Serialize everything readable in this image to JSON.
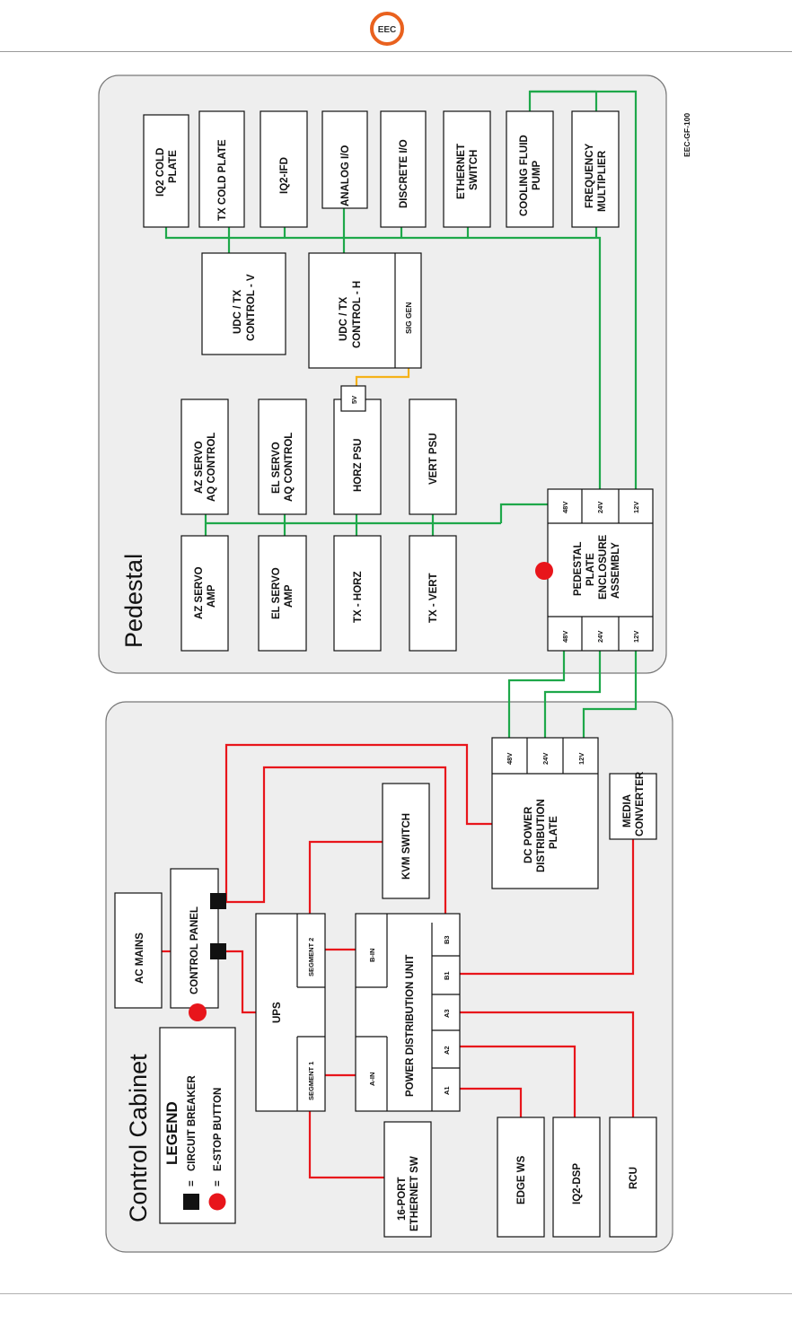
{
  "header": {
    "logo_text": "EEC",
    "brand_color": "#e9611e"
  },
  "drawing_id": "EEC-GF-100",
  "pedestal": {
    "title": "Pedestal",
    "top_row": [
      [
        "IQ2 COLD",
        "PLATE"
      ],
      [
        "TX COLD PLATE"
      ],
      [
        "IQ2-IFD"
      ],
      [
        "ANALOG I/O"
      ],
      [
        "DISCRETE I/O"
      ],
      [
        "ETHERNET",
        "SWITCH"
      ],
      [
        "COOLING FLUID",
        "PUMP"
      ],
      [
        "FREQUENCY",
        "MULTIPLIER"
      ]
    ],
    "udc_v": [
      "UDC / TX",
      "CONTROL - V"
    ],
    "udc_h": [
      "UDC / TX",
      "CONTROL - H"
    ],
    "sig_gen": "SIG GEN",
    "psu_5v": "5V",
    "mid_row": [
      [
        "AZ SERVO",
        "AQ CONTROL"
      ],
      [
        "EL SERVO",
        "AQ CONTROL"
      ],
      [
        "HORZ PSU"
      ],
      [
        "VERT PSU"
      ]
    ],
    "bottom_row": [
      [
        "AZ SERVO",
        "AMP"
      ],
      [
        "EL SERVO",
        "AMP"
      ],
      [
        "TX - HORZ"
      ],
      [
        "TX - VERT"
      ]
    ],
    "plate": [
      "PEDESTAL",
      "PLATE",
      "ENCLOSURE",
      "ASSEMBLY"
    ],
    "v48": "48V",
    "v24": "24V",
    "v12": "12V"
  },
  "cabinet": {
    "title": "Control Cabinet",
    "legend": {
      "title": "LEGEND",
      "eq": "=",
      "breaker": "CIRCUIT BREAKER",
      "estop": "E-STOP BUTTON"
    },
    "ac_mains": "AC MAINS",
    "control_panel": "CONTROL PANEL",
    "ups": "UPS",
    "segment1": "SEGMENT 1",
    "segment2": "SEGMENT 2",
    "pdu": "POWER DISTRIBUTION UNIT",
    "a_in": "A-IN",
    "b_in": "B-IN",
    "ports": [
      "A1",
      "A2",
      "A3",
      "B1",
      "B3"
    ],
    "kvm": "KVM SWITCH",
    "eth_sw": [
      "16-PORT",
      "ETHERNET SW"
    ],
    "dc_plate": [
      "DC POWER",
      "DISTRIBUTION",
      "PLATE"
    ],
    "v48": "48V",
    "v24": "24V",
    "v12": "12V",
    "media": [
      "MEDIA",
      "CONVERTER"
    ],
    "edge_ws": "EDGE WS",
    "iq2_dsp": "IQ2-DSP",
    "rcu": "RCU"
  }
}
